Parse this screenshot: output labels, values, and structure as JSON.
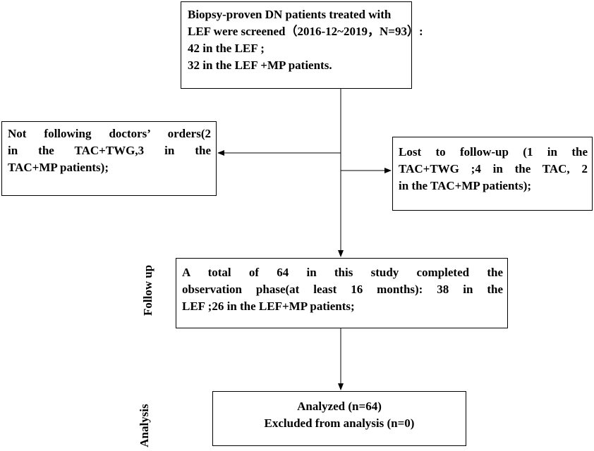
{
  "boxes": {
    "screening": {
      "lines": [
        "Biopsy-proven DN patients treated with",
        "LEF were screened（2016-12~2019，N=93）:",
        "42 in the LEF ;",
        "32 in the  LEF +MP patients."
      ]
    },
    "not_following": {
      "lines": [
        "Not following doctors’ orders(2",
        "in the TAC+TWG,3 in the",
        "TAC+MP patients);"
      ]
    },
    "lost_followup": {
      "lines": [
        "Lost to follow-up (1 in the",
        "TAC+TWG ;4 in the TAC, 2",
        "in the TAC+MP patients);"
      ]
    },
    "completed": {
      "lines": [
        "A total of 64 in this study completed the",
        "observation phase(at least 16 months): 38 in the",
        "LEF ;26 in the LEF+MP patients;"
      ]
    },
    "analyzed": {
      "lines": [
        "Analyzed (n=64)",
        "Excluded from  analysis (n=0)"
      ]
    }
  },
  "stage_labels": {
    "follow_up": "Follow up",
    "analysis": "Analysis"
  }
}
